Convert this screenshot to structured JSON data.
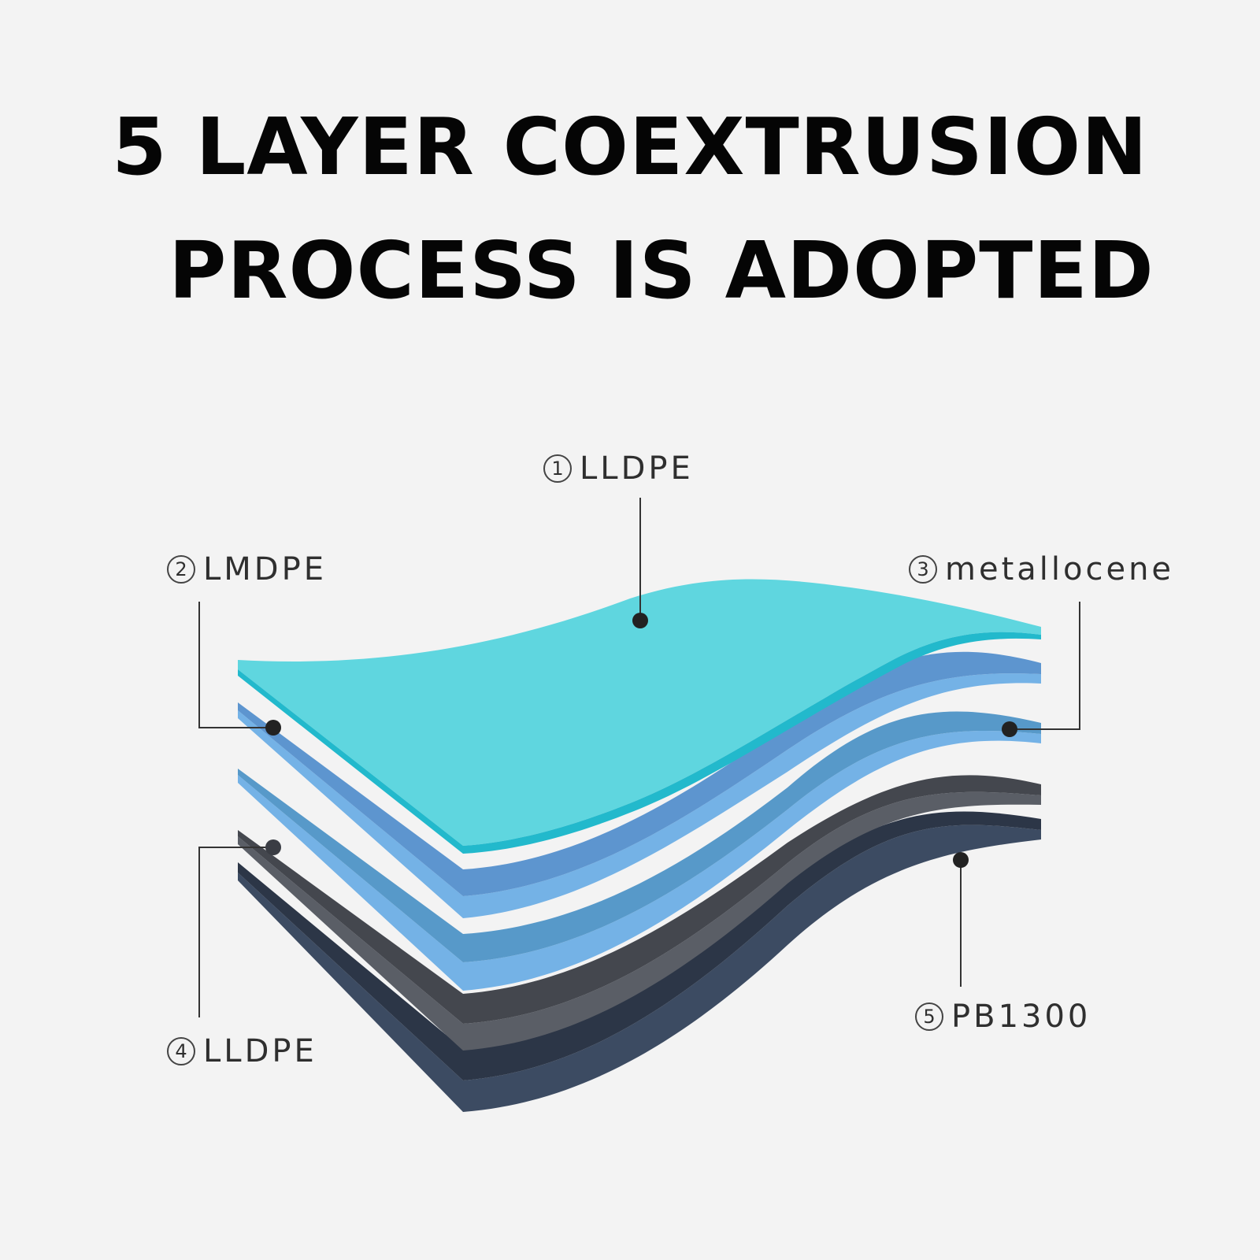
{
  "title": {
    "line1": "5 LAYER COEXTRUSION",
    "line2": "PROCESS IS ADOPTED"
  },
  "layers": [
    {
      "number": "1",
      "name": "LLDPE",
      "color": "#5fd6df"
    },
    {
      "number": "2",
      "name": "LMDPE",
      "color": "#5d95cf"
    },
    {
      "number": "3",
      "name": "metallocene",
      "color": "#5799c9"
    },
    {
      "number": "4",
      "name": "LLDPE",
      "color": "#45484f"
    },
    {
      "number": "5",
      "name": "PB1300",
      "color": "#2e3a4c"
    }
  ]
}
